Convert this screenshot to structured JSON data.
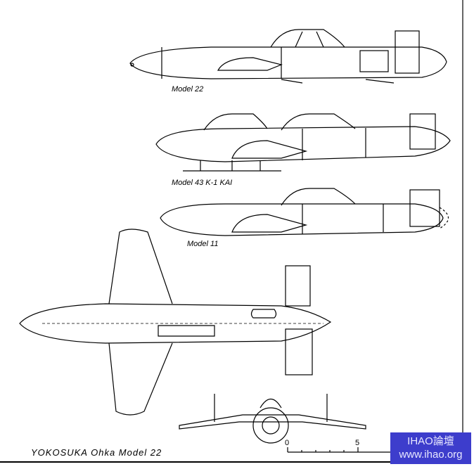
{
  "captions": {
    "model22": "Model 22",
    "model43": "Model 43 K-1 KAI",
    "model11": "Model 11"
  },
  "title": "YOKOSUKA Ohka Model 22",
  "scale": {
    "start": "0",
    "mid": "5"
  },
  "watermark": {
    "line1": "IHAO論壇",
    "line2": "www.ihao.org",
    "color": "#3d3dcc"
  }
}
